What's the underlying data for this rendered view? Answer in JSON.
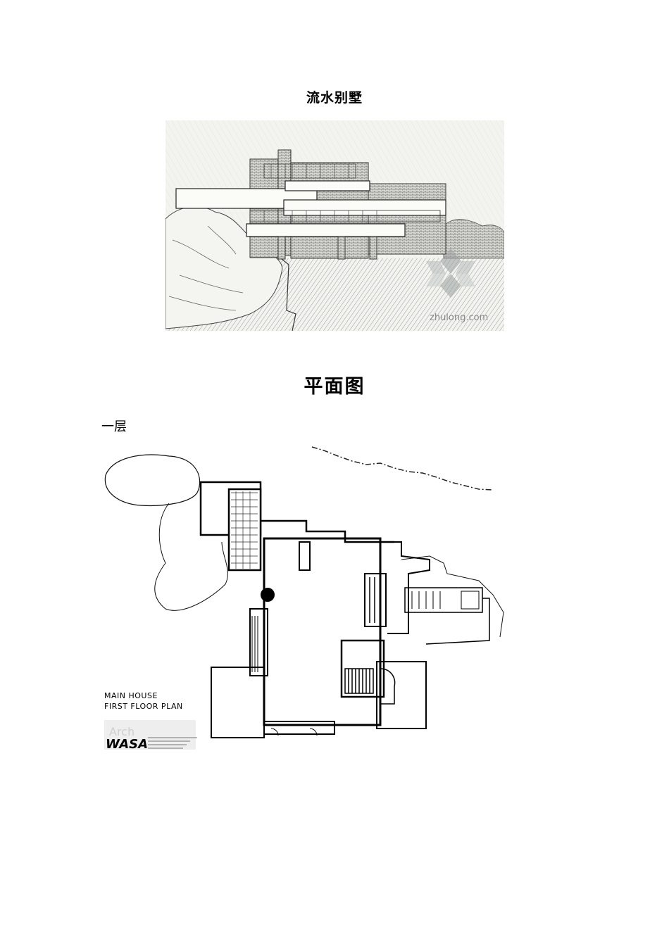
{
  "document": {
    "title": "流水别墅",
    "section_heading": "平面图",
    "floor_label": "一层"
  },
  "elevation_image": {
    "watermark_text": "zhulong.com"
  },
  "floor_plan": {
    "caption_line1": "MAIN HOUSE",
    "caption_line2": "FIRST FLOOR PLAN",
    "logo_text": "WASA",
    "credit_text": "Arch"
  }
}
